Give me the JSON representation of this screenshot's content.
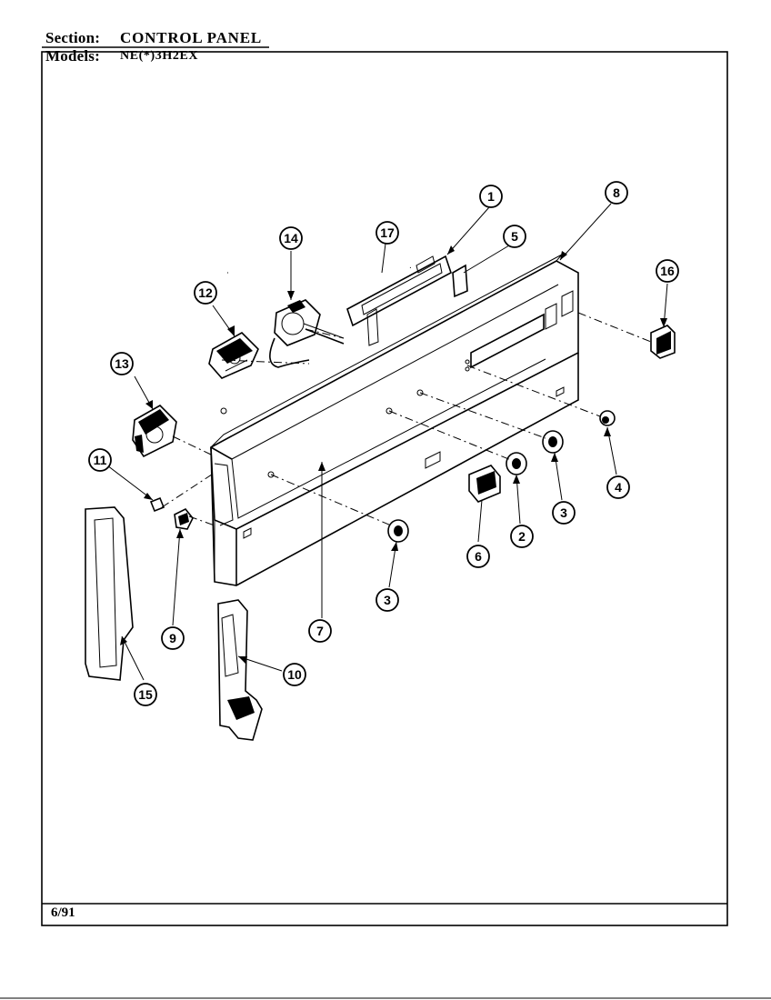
{
  "header": {
    "section_label": "Section:",
    "section_value": "CONTROL PANEL",
    "models_label": "Models:",
    "models_value": "NE(*)3H2EX"
  },
  "footer": {
    "code": "6/91"
  },
  "callouts": [
    "1",
    "8",
    "14",
    "17",
    "5",
    "16",
    "12",
    "13",
    "11",
    "4",
    "3",
    "2",
    "6",
    "9",
    "7",
    "10",
    "15"
  ]
}
